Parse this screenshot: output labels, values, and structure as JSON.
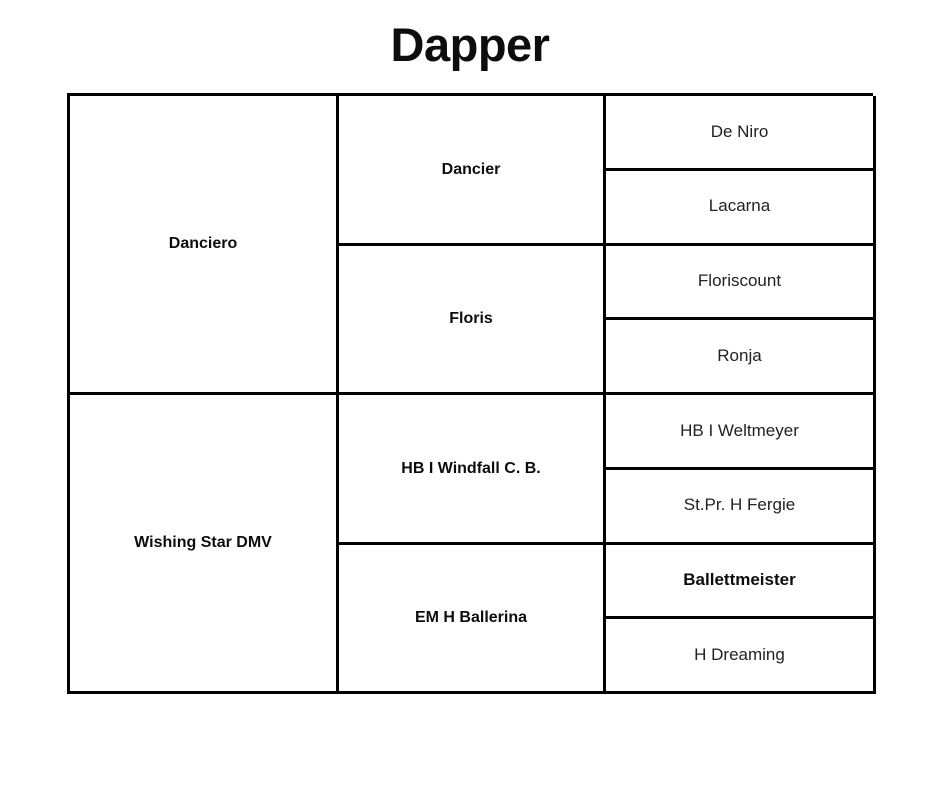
{
  "title": "Dapper",
  "colors": {
    "background": "#ffffff",
    "border": "#000000",
    "text": "#111111",
    "text_muted": "#222222"
  },
  "pedigree": {
    "generation_1": [
      {
        "name": "Danciero",
        "bold": true
      },
      {
        "name": "Wishing Star DMV",
        "bold": true
      }
    ],
    "generation_2": [
      {
        "name": "Dancier",
        "bold": true
      },
      {
        "name": "Floris",
        "bold": true
      },
      {
        "name": "HB I Windfall C. B.",
        "bold": true
      },
      {
        "name": "EM H Ballerina",
        "bold": true
      }
    ],
    "generation_3": [
      {
        "name": "De Niro",
        "bold": false
      },
      {
        "name": "Lacarna",
        "bold": false
      },
      {
        "name": "Floriscount",
        "bold": false
      },
      {
        "name": "Ronja",
        "bold": false
      },
      {
        "name": "HB I Weltmeyer",
        "bold": false
      },
      {
        "name": "St.Pr. H Fergie",
        "bold": false
      },
      {
        "name": "Ballettmeister",
        "bold": true
      },
      {
        "name": "H Dreaming",
        "bold": false
      }
    ]
  }
}
